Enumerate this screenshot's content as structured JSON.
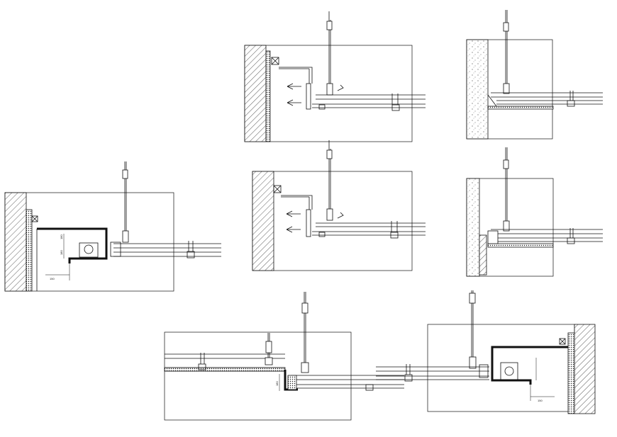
{
  "drawing": {
    "background": "#ffffff",
    "line_color": "#111111",
    "dimension_labels": [
      "180",
      "180",
      "150",
      "180",
      "150"
    ]
  }
}
